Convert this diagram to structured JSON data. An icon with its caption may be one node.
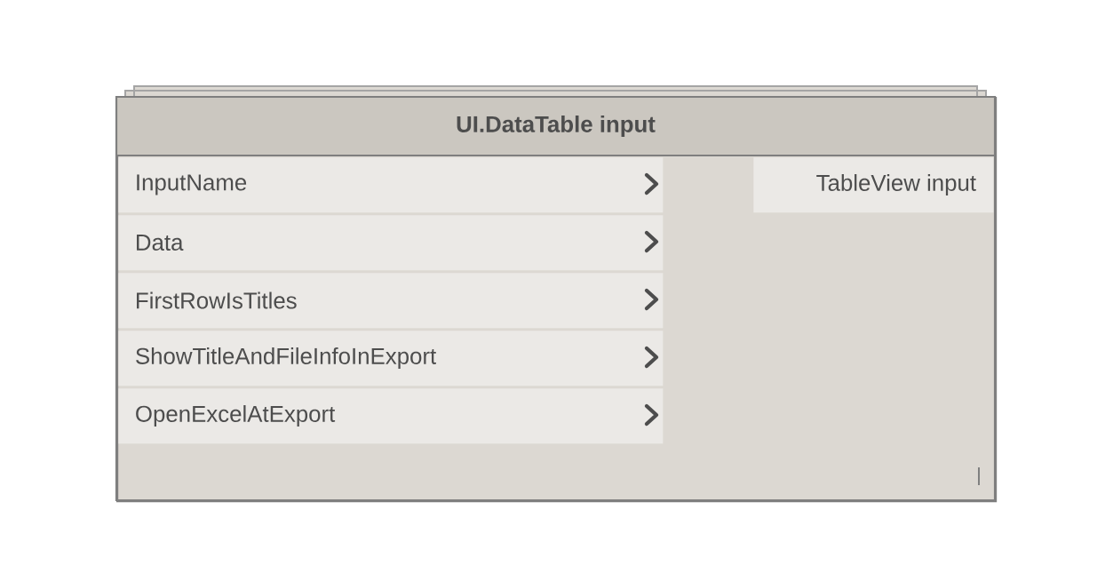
{
  "diagram": {
    "nodes": [
      {
        "text": [
          "UI.DataTable input"
        ]
      },
      {
        "text": [
          "InputName"
        ],
        "in": 0
      },
      {
        "text": [
          "Data"
        ],
        "in": 0
      },
      {
        "text": [
          "FirstRowIsTitles"
        ],
        "in": 0
      },
      {
        "text": [
          "ShowTitleAndFileInfoInExport"
        ],
        "in": 0
      },
      {
        "text": [
          "OpenExcelAtExport"
        ],
        "in": 0
      },
      {
        "text": [
          "TableView input"
        ],
        "in": 0
      }
    ]
  }
}
